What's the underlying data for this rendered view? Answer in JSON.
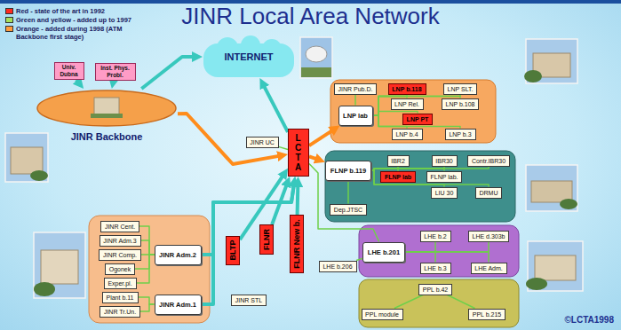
{
  "diagram": {
    "title": "JINR Local Area Network",
    "nodes": [
      {
        "text": [
          "INTERNET"
        ]
      },
      {
        "text": [
          "Univ. Dubna"
        ]
      },
      {
        "text": [
          "Inst. Phys. Probl."
        ]
      },
      {
        "text": [
          "JINR Backbone"
        ]
      },
      {
        "text": [
          "JINR UC"
        ]
      },
      {
        "text": [
          "LCTA"
        ]
      },
      {
        "text": [
          "JINR Pub.D."
        ]
      },
      {
        "text": [
          "LNP lab"
        ]
      },
      {
        "text": [
          "LNP b.118"
        ]
      },
      {
        "text": [
          "LNP SLT."
        ]
      },
      {
        "text": [
          "LNP Rel."
        ]
      },
      {
        "text": [
          "LNP b.108"
        ]
      },
      {
        "text": [
          "LNP PT"
        ]
      },
      {
        "text": [
          "LNP b.4"
        ]
      },
      {
        "text": [
          "LNP b.3"
        ]
      },
      {
        "text": [
          "FLNP b.119"
        ]
      },
      {
        "text": [
          "IBR2"
        ]
      },
      {
        "text": [
          "IBR30"
        ]
      },
      {
        "text": [
          "Contr.IBR30"
        ]
      },
      {
        "text": [
          "FLNP lab"
        ]
      },
      {
        "text": [
          "FLNP lab."
        ]
      },
      {
        "text": [
          "Dep.JTSC"
        ]
      },
      {
        "text": [
          "LIU 30"
        ]
      },
      {
        "text": [
          "DRMU"
        ]
      },
      {
        "text": [
          "LHE b.206"
        ]
      },
      {
        "text": [
          "LHE b.201"
        ]
      },
      {
        "text": [
          "LHE b.2"
        ]
      },
      {
        "text": [
          "LHE d.303b"
        ]
      },
      {
        "text": [
          "LHE b.3"
        ]
      },
      {
        "text": [
          "LHE Adm."
        ]
      },
      {
        "text": [
          "PPL b.42"
        ]
      },
      {
        "text": [
          "PPL module"
        ]
      },
      {
        "text": [
          "PPL b.215"
        ]
      },
      {
        "text": [
          "JINR Cent."
        ]
      },
      {
        "text": [
          "JINR Adm.3"
        ]
      },
      {
        "text": [
          "JINR Comp."
        ]
      },
      {
        "text": [
          "Ogonek"
        ]
      },
      {
        "text": [
          "Exper.pl."
        ]
      },
      {
        "text": [
          "Plant b.11"
        ]
      },
      {
        "text": [
          "JINR Tr.Un."
        ]
      },
      {
        "text": [
          "JINR Adm.2"
        ]
      },
      {
        "text": [
          "JINR Adm.1"
        ]
      },
      {
        "text": [
          "BLTP"
        ]
      },
      {
        "text": [
          "JINR STL"
        ]
      },
      {
        "text": [
          "FLNR"
        ]
      },
      {
        "text": [
          "FLNR New b."
        ]
      }
    ],
    "edges": [
      {
        "from": 3,
        "to": 0,
        "arrow": "to"
      },
      {
        "from": 5,
        "to": 0,
        "arrow": "to"
      },
      {
        "from": 1,
        "to": 3,
        "arrow": "to"
      },
      {
        "from": 2,
        "to": 3,
        "arrow": "to"
      },
      {
        "from": 3,
        "to": 5,
        "arrow": "to"
      },
      {
        "from": 4,
        "to": 5,
        "arrow": "none"
      },
      {
        "from": 5,
        "to": 7,
        "arrow": "to"
      },
      {
        "from": 5,
        "to": 15,
        "arrow": "to"
      },
      {
        "from": 5,
        "to": 25,
        "arrow": "none"
      },
      {
        "from": 40,
        "to": 5,
        "arrow": "to"
      },
      {
        "from": 41,
        "to": 5,
        "arrow": "to"
      },
      {
        "from": 42,
        "to": 5,
        "arrow": "to"
      },
      {
        "from": 44,
        "to": 5,
        "arrow": "to"
      },
      {
        "from": 45,
        "to": 5,
        "arrow": "to"
      },
      {
        "from": 7,
        "to": 6,
        "arrow": "none"
      },
      {
        "from": 7,
        "to": 8,
        "arrow": "none"
      },
      {
        "from": 7,
        "to": 9,
        "arrow": "none"
      },
      {
        "from": 7,
        "to": 10,
        "arrow": "none"
      },
      {
        "from": 7,
        "to": 11,
        "arrow": "none"
      },
      {
        "from": 7,
        "to": 12,
        "arrow": "none"
      },
      {
        "from": 7,
        "to": 13,
        "arrow": "none"
      },
      {
        "from": 7,
        "to": 14,
        "arrow": "none"
      },
      {
        "from": 15,
        "to": 16,
        "arrow": "none"
      },
      {
        "from": 15,
        "to": 17,
        "arrow": "none"
      },
      {
        "from": 15,
        "to": 18,
        "arrow": "none"
      },
      {
        "from": 15,
        "to": 19,
        "arrow": "none"
      },
      {
        "from": 15,
        "to": 20,
        "arrow": "none"
      },
      {
        "from": 15,
        "to": 21,
        "arrow": "none"
      },
      {
        "from": 15,
        "to": 22,
        "arrow": "none"
      },
      {
        "from": 15,
        "to": 23,
        "arrow": "none"
      },
      {
        "from": 25,
        "to": 24,
        "arrow": "none"
      },
      {
        "from": 25,
        "to": 26,
        "arrow": "none"
      },
      {
        "from": 25,
        "to": 27,
        "arrow": "none"
      },
      {
        "from": 25,
        "to": 28,
        "arrow": "none"
      },
      {
        "from": 25,
        "to": 29,
        "arrow": "none"
      },
      {
        "from": 30,
        "to": 31,
        "arrow": "none"
      },
      {
        "from": 30,
        "to": 32,
        "arrow": "none"
      },
      {
        "from": 40,
        "to": 33,
        "arrow": "none"
      },
      {
        "from": 40,
        "to": 34,
        "arrow": "none"
      },
      {
        "from": 40,
        "to": 35,
        "arrow": "none"
      },
      {
        "from": 40,
        "to": 36,
        "arrow": "none"
      },
      {
        "from": 40,
        "to": 37,
        "arrow": "none"
      },
      {
        "from": 41,
        "to": 38,
        "arrow": "none"
      },
      {
        "from": 41,
        "to": 39,
        "arrow": "none"
      }
    ],
    "labels": [
      "©LCTA1998"
    ],
    "legend": [
      {
        "text": "Red - state of the art in 1992",
        "color": "#ff2b20"
      },
      {
        "text": "Green and yellow - added up to 1997",
        "color": "#a6e05a"
      },
      {
        "text": "Orange - added during 1998 (ATM Backbone first stage)",
        "color": "#ff9a3c"
      }
    ]
  }
}
